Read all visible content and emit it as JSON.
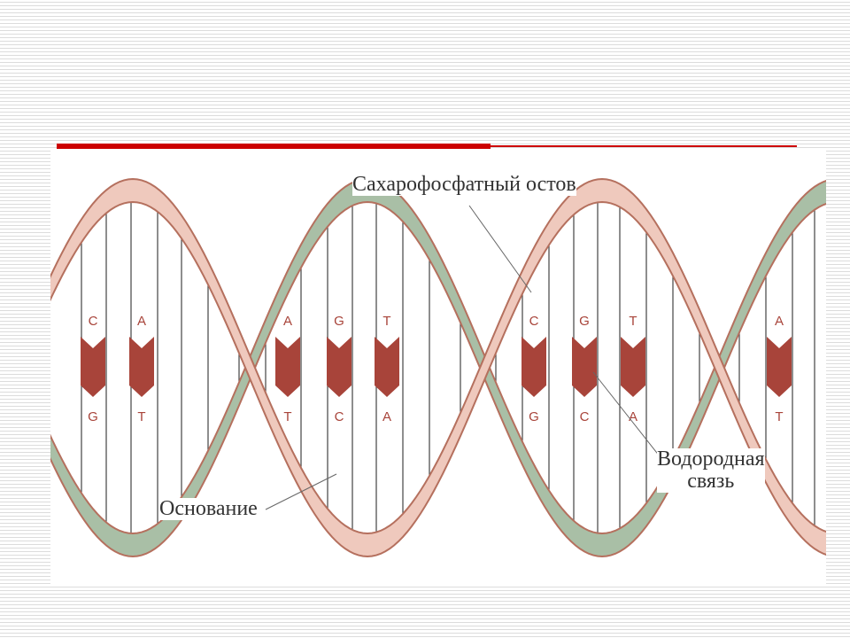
{
  "labels": {
    "backbone": "Сахарофосфатный остов",
    "base": "Основание",
    "hbond_line1": "Водородная",
    "hbond_line2": "связь"
  },
  "base_pairs": [
    {
      "top": "C",
      "bottom": "G"
    },
    {
      "top": "A",
      "bottom": "T"
    },
    {
      "top": "A",
      "bottom": "T"
    },
    {
      "top": "G",
      "bottom": "C"
    },
    {
      "top": "T",
      "bottom": "A"
    },
    {
      "top": "C",
      "bottom": "G"
    },
    {
      "top": "G",
      "bottom": "C"
    },
    {
      "top": "T",
      "bottom": "A"
    },
    {
      "top": "A",
      "bottom": "T"
    }
  ],
  "colors": {
    "strand_green": "#a9bfa6",
    "strand_pink": "#efc9bd",
    "edge": "#b5705e",
    "base": "#a8443a",
    "accent": "#cc0000"
  }
}
